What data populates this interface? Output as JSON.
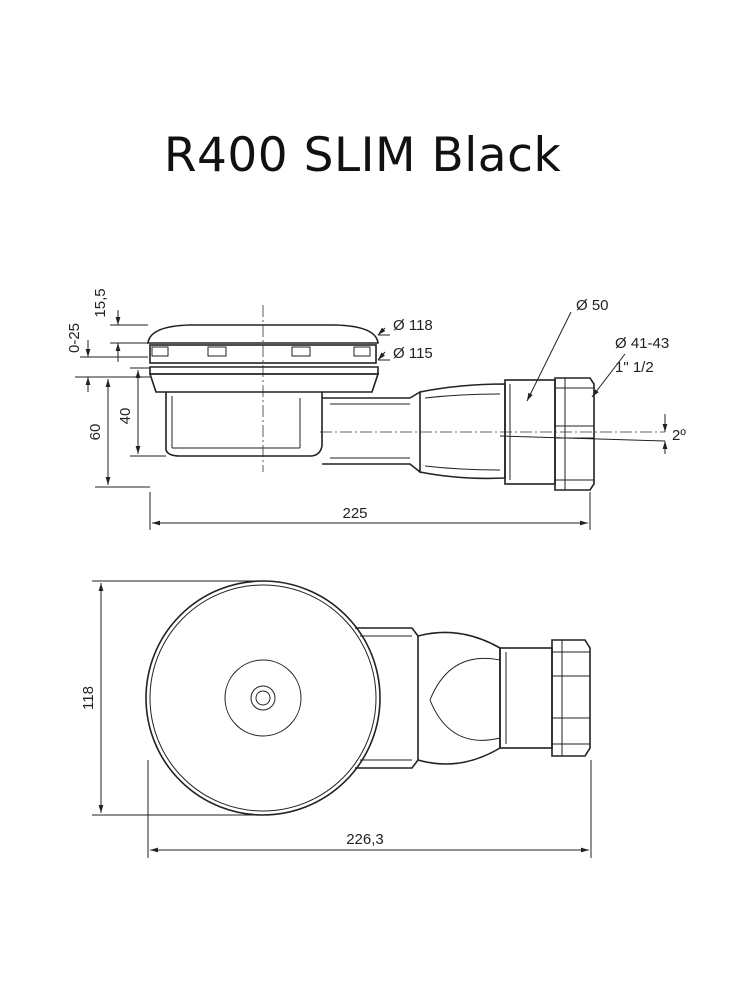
{
  "title": "R400 SLIM Black",
  "side_view": {
    "dims": {
      "range_0_25": "0-25",
      "height_15_5": "15,5",
      "height_60": "60",
      "height_40": "40",
      "dia_118": "Ø 118",
      "dia_115": "Ø 115",
      "dia_50": "Ø 50",
      "dia_41_43": "Ø 41-43",
      "thread": "1\" 1/2",
      "angle": "2º",
      "length_225": "225"
    }
  },
  "top_view": {
    "dims": {
      "width_118": "118",
      "length_226_3": "226,3"
    }
  }
}
